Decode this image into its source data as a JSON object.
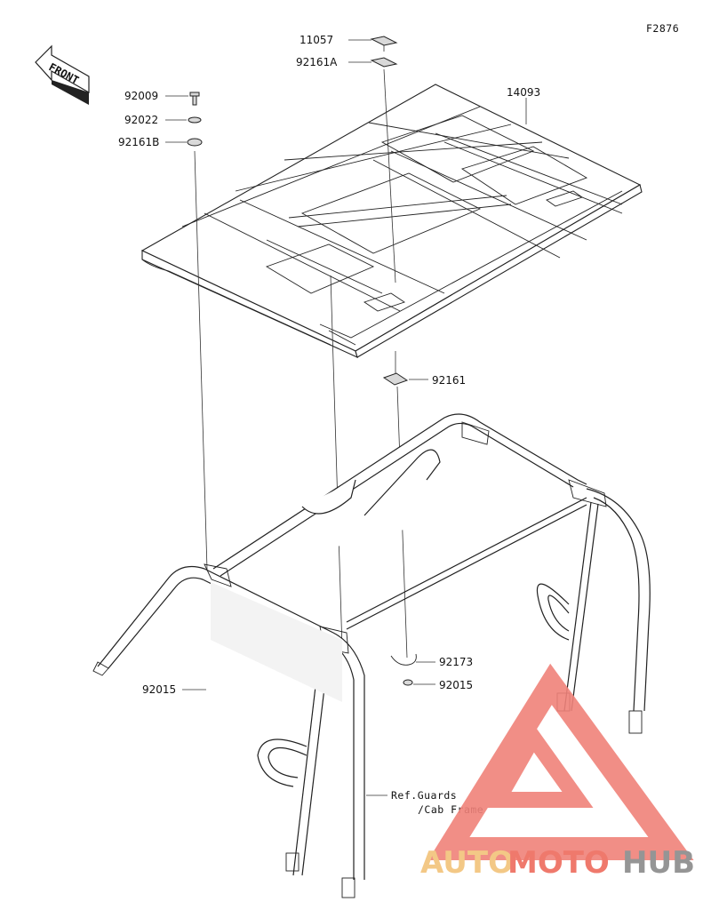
{
  "figure_code": "F2876",
  "front_label": "FRONT",
  "parts": {
    "p11057": "11057",
    "p92161A": "92161A",
    "p14093": "14093",
    "p92009": "92009",
    "p92022": "92022",
    "p92161B": "92161B",
    "p92161": "92161",
    "p92173": "92173",
    "p92015_left": "92015",
    "p92015_right": "92015"
  },
  "ref_note": {
    "line1": "Ref.Guards",
    "line2": "/Cab Frame"
  },
  "watermark": {
    "part1": "AUTO",
    "part2": "MOTO",
    "part3": "HUB",
    "colors": {
      "auto": "#f2c37a",
      "moto": "#ee6b5d",
      "hub": "#8a8a8a",
      "triangle": "#f0827a"
    }
  }
}
